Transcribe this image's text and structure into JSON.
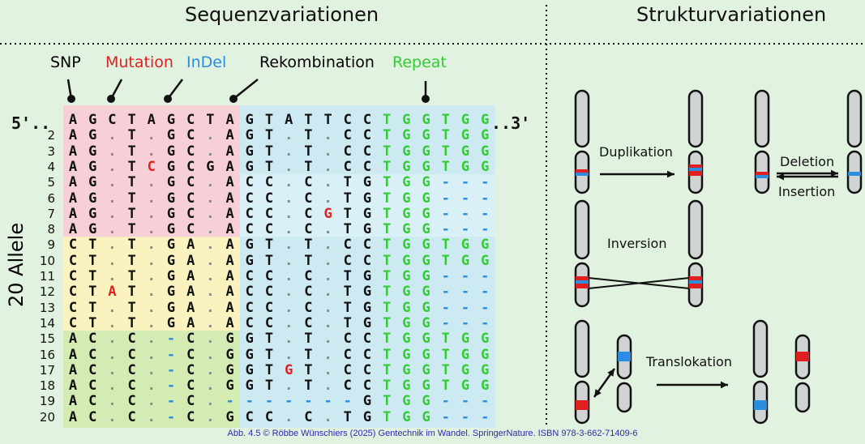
{
  "headings": {
    "left": "Sequenzvariationen",
    "right": "Strukturvariationen"
  },
  "annotations": [
    {
      "label": "SNP",
      "color": "#111111"
    },
    {
      "label": "Mutation",
      "color": "#e02020"
    },
    {
      "label": "InDel",
      "color": "#2a8de0"
    },
    {
      "label": "Rekombination",
      "color": "#111111"
    },
    {
      "label": "Repeat",
      "color": "#33cc33"
    }
  ],
  "alleles_label": "20 Allele",
  "end_labels": {
    "five": "5'..",
    "three": "..3'"
  },
  "row_labels": [
    "",
    "2",
    "3",
    "4",
    "5",
    "6",
    "7",
    "8",
    "9",
    "10",
    "11",
    "12",
    "13",
    "14",
    "15",
    "16",
    "17",
    "18",
    "19",
    "20"
  ],
  "reference": "AGCTAGCTAGTATTCCTGGTGG",
  "rows": [
    "AGCTAGCTAGTATTCCTGGTGG",
    "AG.T.GC.AGT.T.CCTGGTGG",
    "AG.T.GC.AGT.T.CCTGGTGG",
    "AG.TCGCGAGT.T.CCTGGTGG",
    "AG.T.GC.ACC.C.TGTGG---",
    "AG.T.GC.ACC.C.TGTGG---",
    "AG.T.GC.ACC.CGTGTGG---",
    "AG.T.GC.ACC.C.TGTGG---",
    "CT.T.GA.AGT.T.CCTGGTGG",
    "CT.T.GA.AGT.T.CCTGGTGG",
    "CT.T.GA.ACC.C.TGTGG---",
    "CTAT.GA.ACC.C.TGTGG---",
    "CT.T.GA.ACC.C.TGTGG---",
    "CT.T.GA.ACC.C.TGTGG---",
    "AC.C.-C.GGT.T.CCTGGTGG",
    "AC.C.-C.GGT.T.CCTGGTGG",
    "AC.C.-C.GGTGT.CCTGGTGG",
    "AC.C.-C.GGT.T.CCTGGTGG",
    "AC.C.-C.-------GTGG---",
    "AC.C.-C.GCC.C.TGTGG---"
  ],
  "structural_labels": {
    "duplication": "Duplikation",
    "deletion": "Deletion",
    "insertion": "Insertion",
    "inversion": "Inversion",
    "translocation": "Translokation"
  },
  "colors": {
    "background": "#e2f2e0",
    "pink_block": "#f7cfd6",
    "yellow_block": "#faf3c0",
    "green_block": "#d4ecb4",
    "blue_block": "#cdeaf2",
    "blue_block_light": "#d9f0f6",
    "mutation": "#e02020",
    "indel": "#2a8de0",
    "repeat": "#33cc33",
    "chromosome": "#cfd3d1"
  },
  "caption": "Abb. 4.5 © Röbbe Wünschiers (2025) Gentechnik im Wandel. SpringerNature. ISBN 978-3-662-71409-6"
}
